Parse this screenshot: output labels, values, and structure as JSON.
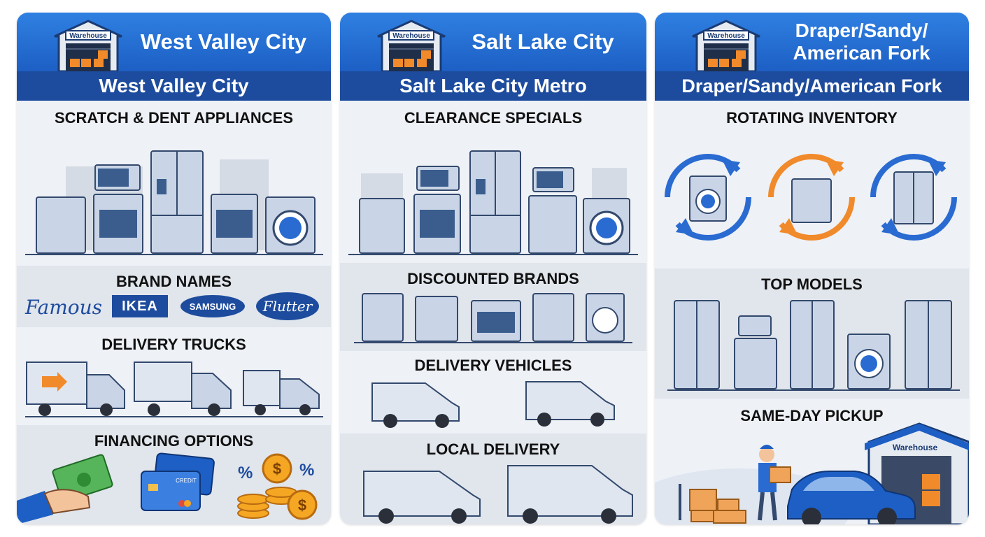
{
  "warehouse_sign": "Warehouse",
  "columns": [
    {
      "header_title": "West Valley City",
      "band_label": "West Valley City",
      "sections": {
        "scratch": "SCRATCH & DENT APPLIANCES",
        "brands": "BRAND NAMES",
        "trucks": "DELIVERY TRUCKS",
        "financing": "FINANCING OPTIONS"
      },
      "brand_logos": [
        "Famous",
        "IKEA",
        "SAMSUNG",
        "Flutter"
      ],
      "card_label": "CREDIT"
    },
    {
      "header_title": "Salt Lake City",
      "band_label": "Salt Lake City Metro",
      "sections": {
        "clearance": "CLEARANCE SPECIALS",
        "discounted": "DISCOUNTED BRANDS",
        "vehicles": "DELIVERY VEHICLES",
        "local": "LOCAL DELIVERY"
      }
    },
    {
      "header_title": "Draper/Sandy/ American Fork",
      "band_label": "Draper/Sandy/American Fork",
      "sections": {
        "rotating": "ROTATING INVENTORY",
        "top": "TOP MODELS",
        "pickup": "SAME-DAY PICKUP"
      }
    }
  ],
  "colors": {
    "header_blue": "#2f80e2",
    "band_navy": "#1d4c9e",
    "appliance_steel": "#c9d5e6",
    "orange_accent": "#f08a2a"
  }
}
